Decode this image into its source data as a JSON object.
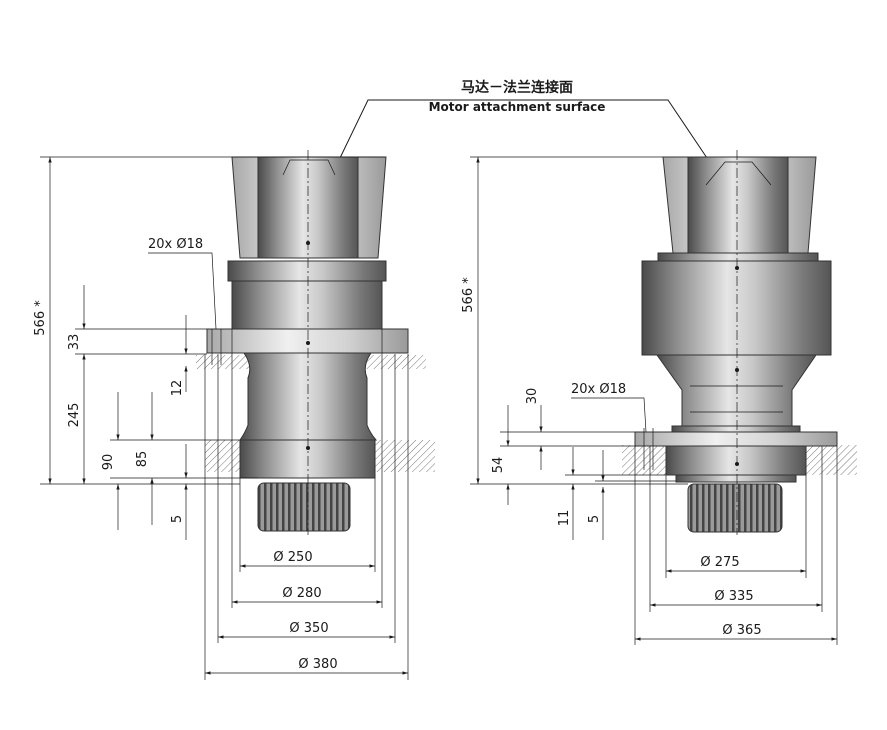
{
  "header": {
    "label_cn": "马达－法兰连接面",
    "label_en": "Motor attachment surface"
  },
  "left_view": {
    "height_total": "566 *",
    "flange_thickness": "33",
    "offset_12": "12",
    "height_245": "245",
    "height_90": "90",
    "height_85": "85",
    "offset_5": "5",
    "holes": "20x Ø18",
    "dia_250": "Ø 250",
    "dia_280": "Ø 280",
    "dia_350": "Ø 350",
    "dia_380": "Ø 380"
  },
  "right_view": {
    "height_total": "566 *",
    "holes": "20x Ø18",
    "height_30": "30",
    "height_54": "54",
    "offset_11": "11",
    "offset_5": "5",
    "dia_275": "Ø 275",
    "dia_335": "Ø 335",
    "dia_365": "Ø 365"
  },
  "colors": {
    "metal_dark": "#5e5e5e",
    "metal_mid": "#9a9a9a",
    "metal_light": "#dcdcdc",
    "lines": "#1a1a1a"
  }
}
